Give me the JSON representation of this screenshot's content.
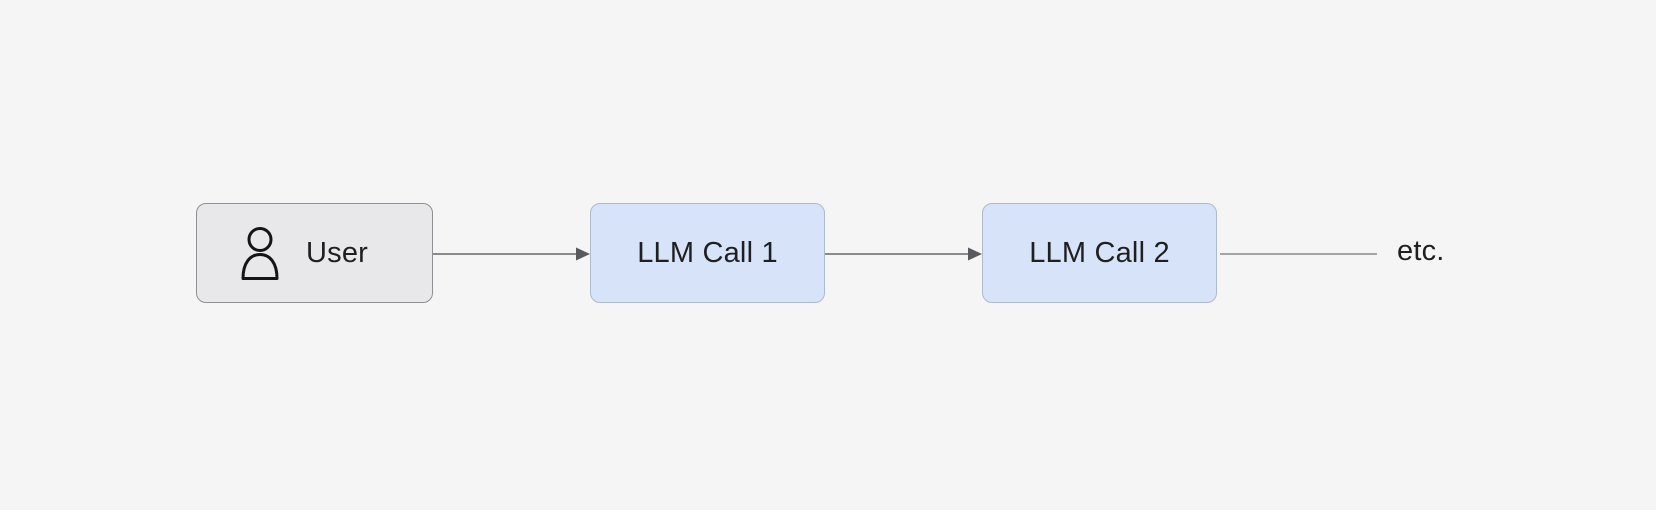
{
  "page": {
    "background_color": "#f5f5f5"
  },
  "diagram": {
    "type": "flow",
    "direction": "left-to-right",
    "nodes": [
      {
        "id": "user",
        "label": "User",
        "kind": "actor",
        "icon": "user-icon",
        "fill": "#e8e8ea",
        "border_color": "#909094"
      },
      {
        "id": "llm-call-1",
        "label": "LLM Call 1",
        "kind": "process",
        "fill": "#d6e3f9",
        "border_color": "#aebacd"
      },
      {
        "id": "llm-call-2",
        "label": "LLM Call 2",
        "kind": "process",
        "fill": "#d6e3f9",
        "border_color": "#aebacd"
      }
    ],
    "connectors": [
      {
        "from": "user",
        "to": "llm-call-1",
        "arrowhead": true
      },
      {
        "from": "llm-call-1",
        "to": "llm-call-2",
        "arrowhead": true
      },
      {
        "from": "llm-call-2",
        "to": "continuation",
        "arrowhead": false
      }
    ],
    "continuation_label": "etc.",
    "colors": {
      "line": "#8a8a8a",
      "arrowhead": "#5a5a5e",
      "text": "#1f1f1f"
    }
  }
}
